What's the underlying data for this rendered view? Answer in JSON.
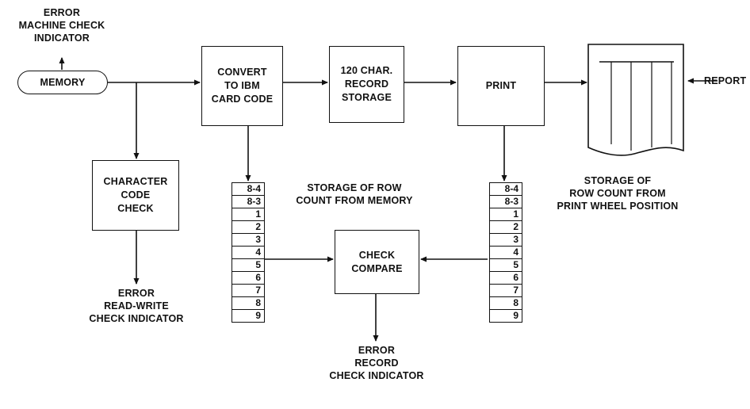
{
  "blocks": {
    "memory": "MEMORY",
    "convert": "CONVERT\nTO IBM\nCARD CODE",
    "record_storage": "120 CHAR.\nRECORD\nSTORAGE",
    "print": "PRINT",
    "character_code_check": "CHARACTER\nCODE\nCHECK",
    "check_compare": "CHECK\nCOMPARE"
  },
  "labels": {
    "machine_check": [
      "ERROR",
      "MACHINE CHECK",
      "INDICATOR"
    ],
    "report": "REPORT",
    "storage_memory": [
      "STORAGE OF ROW",
      "COUNT FROM MEMORY"
    ],
    "storage_print": [
      "STORAGE OF",
      "ROW COUNT FROM",
      "PRINT WHEEL POSITION"
    ],
    "read_write_check": [
      "ERROR",
      "READ-WRITE",
      "CHECK INDICATOR"
    ],
    "record_check": [
      "ERROR",
      "RECORD",
      "CHECK INDICATOR"
    ]
  },
  "register_rows": [
    "8-4",
    "8-3",
    "1",
    "2",
    "3",
    "4",
    "5",
    "6",
    "7",
    "8",
    "9"
  ]
}
